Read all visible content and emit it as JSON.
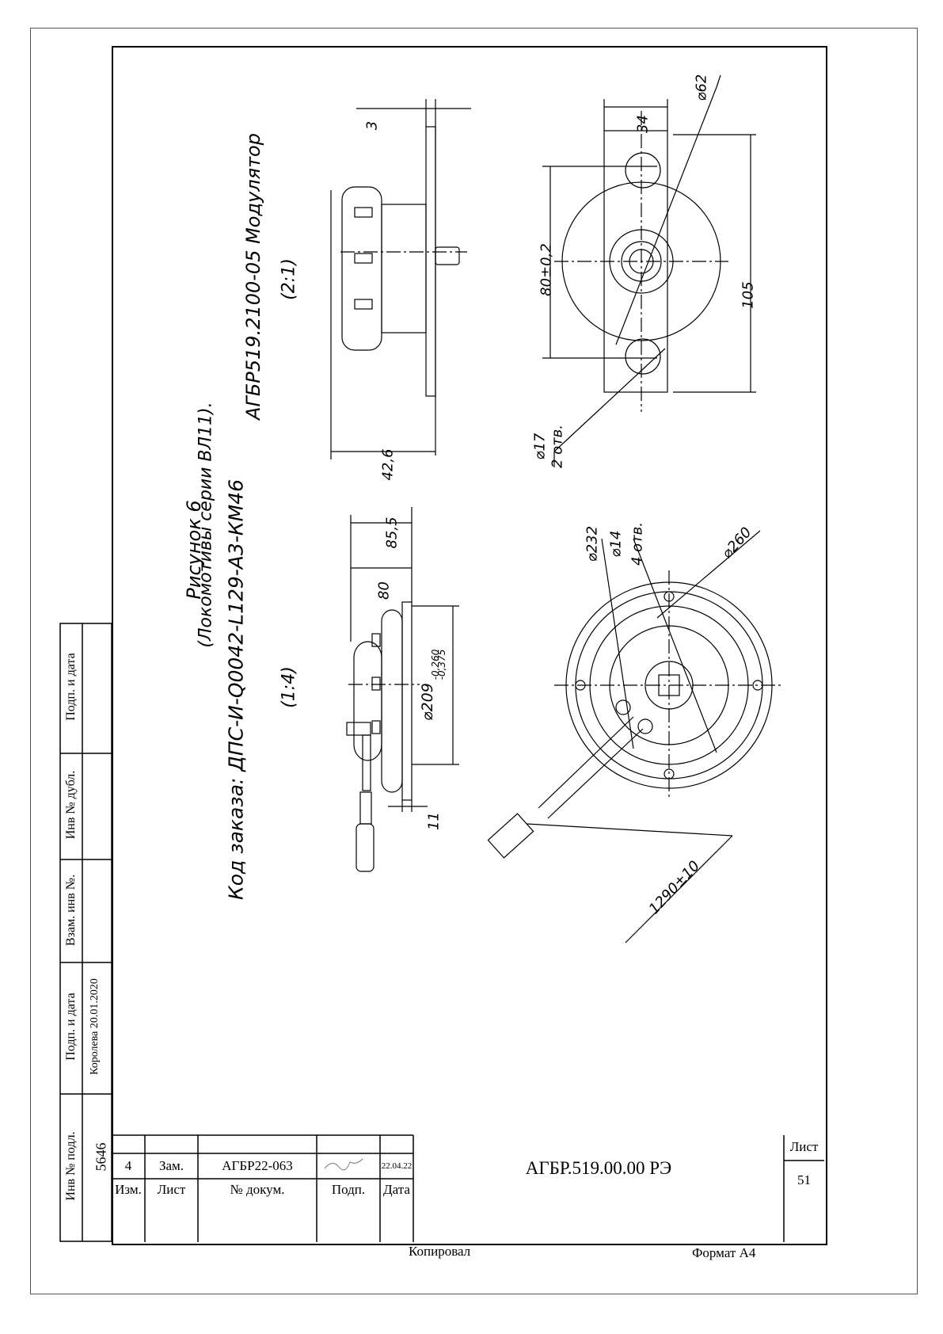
{
  "figure": {
    "title": "Рисунок 6",
    "subtitle": "(Локомотивы серии ВЛ11).",
    "order_code": "Код заказа: ДПС-И-Q0042-L129-А3-КМ46",
    "scale_1_4": "(1:4)",
    "modulator_title": "АГБР519.2100-05 Модулятор",
    "scale_2_1": "(2:1)"
  },
  "dimensions": {
    "d3": "3",
    "d42_6": "42,6",
    "d34": "34",
    "d62": "⌀62",
    "d80": "80±0,2",
    "d105": "105",
    "d17": "⌀17",
    "holes2": "2 отв.",
    "d85_5": "85,5",
    "d80b": "80",
    "d209": "⌀209",
    "d209_upper": "-0,260",
    "d209_lower": "-0,375",
    "d11": "11",
    "d232": "⌀232",
    "d14": "⌀14",
    "holes4": "4 отв.",
    "d260": "⌀260",
    "d1290": "1290±10"
  },
  "side_stamp": {
    "col1": "Подп. и дата",
    "col2": "Инв № дубл.",
    "col3": "Взам. инв №.",
    "col4": "Подп. и дата",
    "col5": "Инв № подл.",
    "signer": "Королева 20.01.2020",
    "inv_no": "5646"
  },
  "title_block": {
    "izm": "4",
    "list": "Зам.",
    "doc_no": "АГБР22-063",
    "date": "22.04.22",
    "h_izm": "Изм.",
    "h_list": "Лист",
    "h_doc": "№ докум.",
    "h_sign": "Подп.",
    "h_date": "Дата",
    "designation": "АГБР.519.00.00 РЭ",
    "sheet_label": "Лист",
    "sheet_no": "51"
  },
  "footer": {
    "copied": "Копировал",
    "format": "Формат А4"
  }
}
